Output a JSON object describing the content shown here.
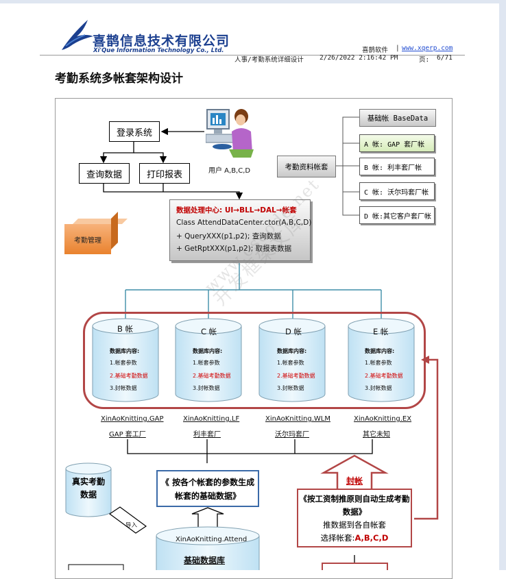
{
  "header": {
    "company_cn": "喜鹊信息技术有限公司",
    "company_en": "Xi'Que Information Technology Co., Ltd.",
    "software": "喜鹊软件",
    "separator": "|",
    "website": "www.xqerp.com",
    "breadcrumb": "人事/考勤系统详细设计",
    "datetime": "2/26/2022 2:16:42 PM",
    "page_label": "页:",
    "page_value": "6/71"
  },
  "title": "考勤系统多帐套架构设计",
  "diagram": {
    "login": "登录系统",
    "query": "查询数据",
    "print": "打印报表",
    "user": "用户 A,B,C,D",
    "attend_account": "考勤资料帐套",
    "accounts": [
      "基础帐 BaseData",
      "A 帐: GAP 套厂帐",
      "B 帐: 利丰套厂帐",
      "C 帐: 沃尔玛套厂帐",
      "D 帐:其它客户套厂帐"
    ],
    "center": {
      "line1": "数据处理中心: UI→BLL→DAL→帐套",
      "line2": "Class AttendDataCenter.ctor(A,B,C,D)",
      "line3": "+ QueryXXX(p1,p2); 查询数据",
      "line4": "+ GetRptXXX(p1,p2); 取报表数据"
    },
    "attend_mgmt": "考勤管理",
    "databases": [
      {
        "name": "B 帐",
        "caption": "数据库内容:",
        "item1": "1.帐套参数",
        "item2": "2.基础考勤数据",
        "item3": "3.封帐数据",
        "db": "XinAoKnitting.GAP",
        "client": "GAP 套工厂"
      },
      {
        "name": "C 帐",
        "caption": "数据库内容:",
        "item1": "1.帐套参数",
        "item2": "2.基础考勤数据",
        "item3": "3.封帐数据",
        "db": "XinAoKnitting.LF",
        "client": "利丰套厂"
      },
      {
        "name": "D 帐",
        "caption": "数据库内容:",
        "item1": "1.帐套参数",
        "item2": "2.基础考勤数据",
        "item3": "3.封帐数据",
        "db": "XinAoKnitting.WLM",
        "client": "沃尔玛套厂"
      },
      {
        "name": "E 帐",
        "caption": "数据库内容:",
        "item1": "1.帐套参数",
        "item2": "2.基础考勤数据",
        "item3": "3.封帐数据",
        "db": "XinAoKnitting.EX",
        "client": "其它未知"
      }
    ],
    "real_attend": "真实考勤数据",
    "import": "导入",
    "gen_basic": "《 按各个帐套的参数生成帐套的基础数据》",
    "seal": "封帐",
    "gen_attend": "《按工资制推原则自动生成考勤数据》",
    "push": "推数据到各自帐套",
    "select": "选择帐套:",
    "select_value": "A,B,C,D",
    "base_db_name": "XinAoKnitting.Attend",
    "base_db": "基础数据库"
  },
  "watermark": {
    "line1": "www.cscode.net",
    "line2": "开发框架文库"
  },
  "colors": {
    "company_blue": "#1b3f8f",
    "frame_red": "#b24646",
    "box_blue": "#3a6aa8",
    "red_text": "#c00000",
    "cyl_blue": "#d4ecf8"
  }
}
